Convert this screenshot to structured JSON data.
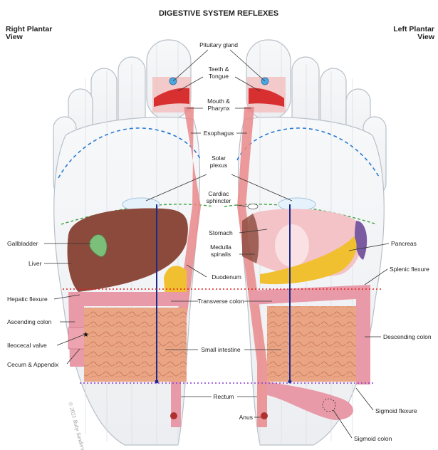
{
  "title": "DIGESTIVE SYSTEM REFLEXES",
  "views": {
    "right": [
      "Right Plantar",
      "View"
    ],
    "left": [
      "Left Plantar",
      "View"
    ]
  },
  "center_labels": {
    "pituitary": "Pituitary gland",
    "teeth": [
      "Teeth &",
      "Tongue"
    ],
    "mouth": [
      "Mouth &",
      "Pharynx"
    ],
    "esophagus": "Esophagus",
    "solar": [
      "Solar",
      "plexus"
    ],
    "cardiac": [
      "Cardiac",
      "sphincter"
    ],
    "stomach": "Stomach",
    "medulla": [
      "Medulla",
      "spinalis"
    ],
    "duodenum": "Duodenum",
    "transverse": "Transverse colon",
    "small_intestine": "Small intestine",
    "rectum": "Rectum",
    "anus": "Anus"
  },
  "left_side_labels": {
    "gallbladder": "Gallbladder",
    "liver": "Liver",
    "hepatic": "Hepatic flexure",
    "ascending": "Ascending colon",
    "ileocecal": "Ileocecal valve",
    "cecum": "Cecum & Appendix"
  },
  "right_side_labels": {
    "pancreas": "Pancreas",
    "splenic": "Splenic flexure",
    "descending": "Descending colon",
    "sigmoid_flexure": "Sigmoid flexure",
    "sigmoid_colon": "Sigmoid colon"
  },
  "copyright": "© 2021 Ruby Sanders",
  "colors": {
    "foot_outline": "#b8c0c8",
    "liver": "#8b4a3c",
    "gallbladder": "#7bbf7a",
    "colon": "#e89aa8",
    "intestine": "#e9a080",
    "esophagus": "#e05a5a",
    "mouth": "#d83030",
    "pancreas": "#f0c030",
    "spleen": "#7a5aa0",
    "pituitary": "#4aa8e0",
    "blue_dash": "#2a7ad0",
    "green_dash": "#3aa040",
    "red_dot": "#e02020",
    "purple_dot": "#8a3ad0",
    "spine": "#1a2a8a"
  }
}
